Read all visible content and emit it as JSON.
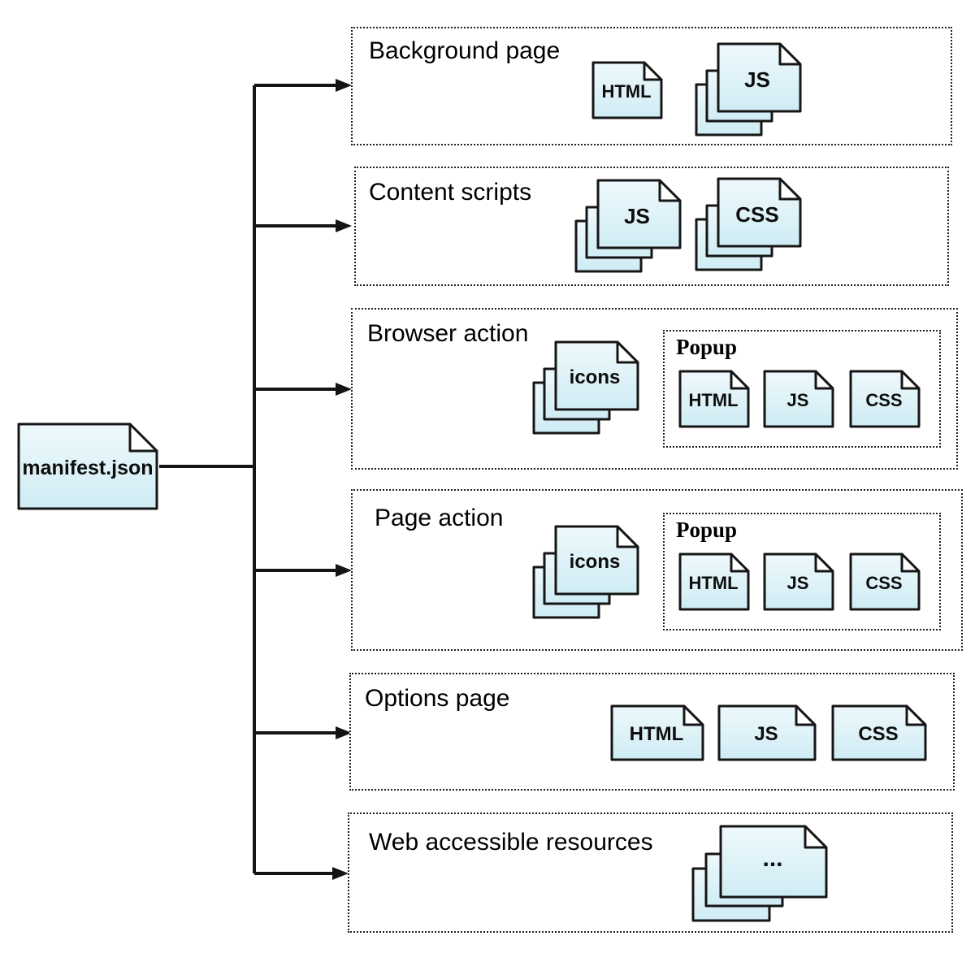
{
  "root_file": {
    "label": "manifest.json"
  },
  "sections": [
    {
      "id": "background-page",
      "label": "Background page",
      "items": [
        {
          "kind": "file",
          "label": "HTML"
        },
        {
          "kind": "stack",
          "label": "JS"
        }
      ]
    },
    {
      "id": "content-scripts",
      "label": "Content scripts",
      "items": [
        {
          "kind": "stack",
          "label": "JS"
        },
        {
          "kind": "stack",
          "label": "CSS"
        }
      ]
    },
    {
      "id": "browser-action",
      "label": "Browser action",
      "items": [
        {
          "kind": "stack",
          "label": "icons"
        }
      ],
      "popup": {
        "label": "Popup",
        "files": [
          {
            "label": "HTML"
          },
          {
            "label": "JS"
          },
          {
            "label": "CSS"
          }
        ]
      }
    },
    {
      "id": "page-action",
      "label": "Page action",
      "items": [
        {
          "kind": "stack",
          "label": "icons"
        }
      ],
      "popup": {
        "label": "Popup",
        "files": [
          {
            "label": "HTML"
          },
          {
            "label": "JS"
          },
          {
            "label": "CSS"
          }
        ]
      }
    },
    {
      "id": "options-page",
      "label": "Options page",
      "items": [
        {
          "kind": "file",
          "label": "HTML"
        },
        {
          "kind": "file",
          "label": "JS"
        },
        {
          "kind": "file",
          "label": "CSS"
        }
      ]
    },
    {
      "id": "web-accessible-resources",
      "label": "Web accessible resources",
      "items": [
        {
          "kind": "stack-wide",
          "label": "..."
        }
      ]
    }
  ],
  "colors": {
    "doc_fill_top": "#eef9fc",
    "doc_fill_bottom": "#cfecf4",
    "doc_border": "#161616",
    "fold_fill": "#ffffff",
    "connector_line": "#141414",
    "box_border": "#1f1f1f",
    "label_color": "#000000"
  }
}
